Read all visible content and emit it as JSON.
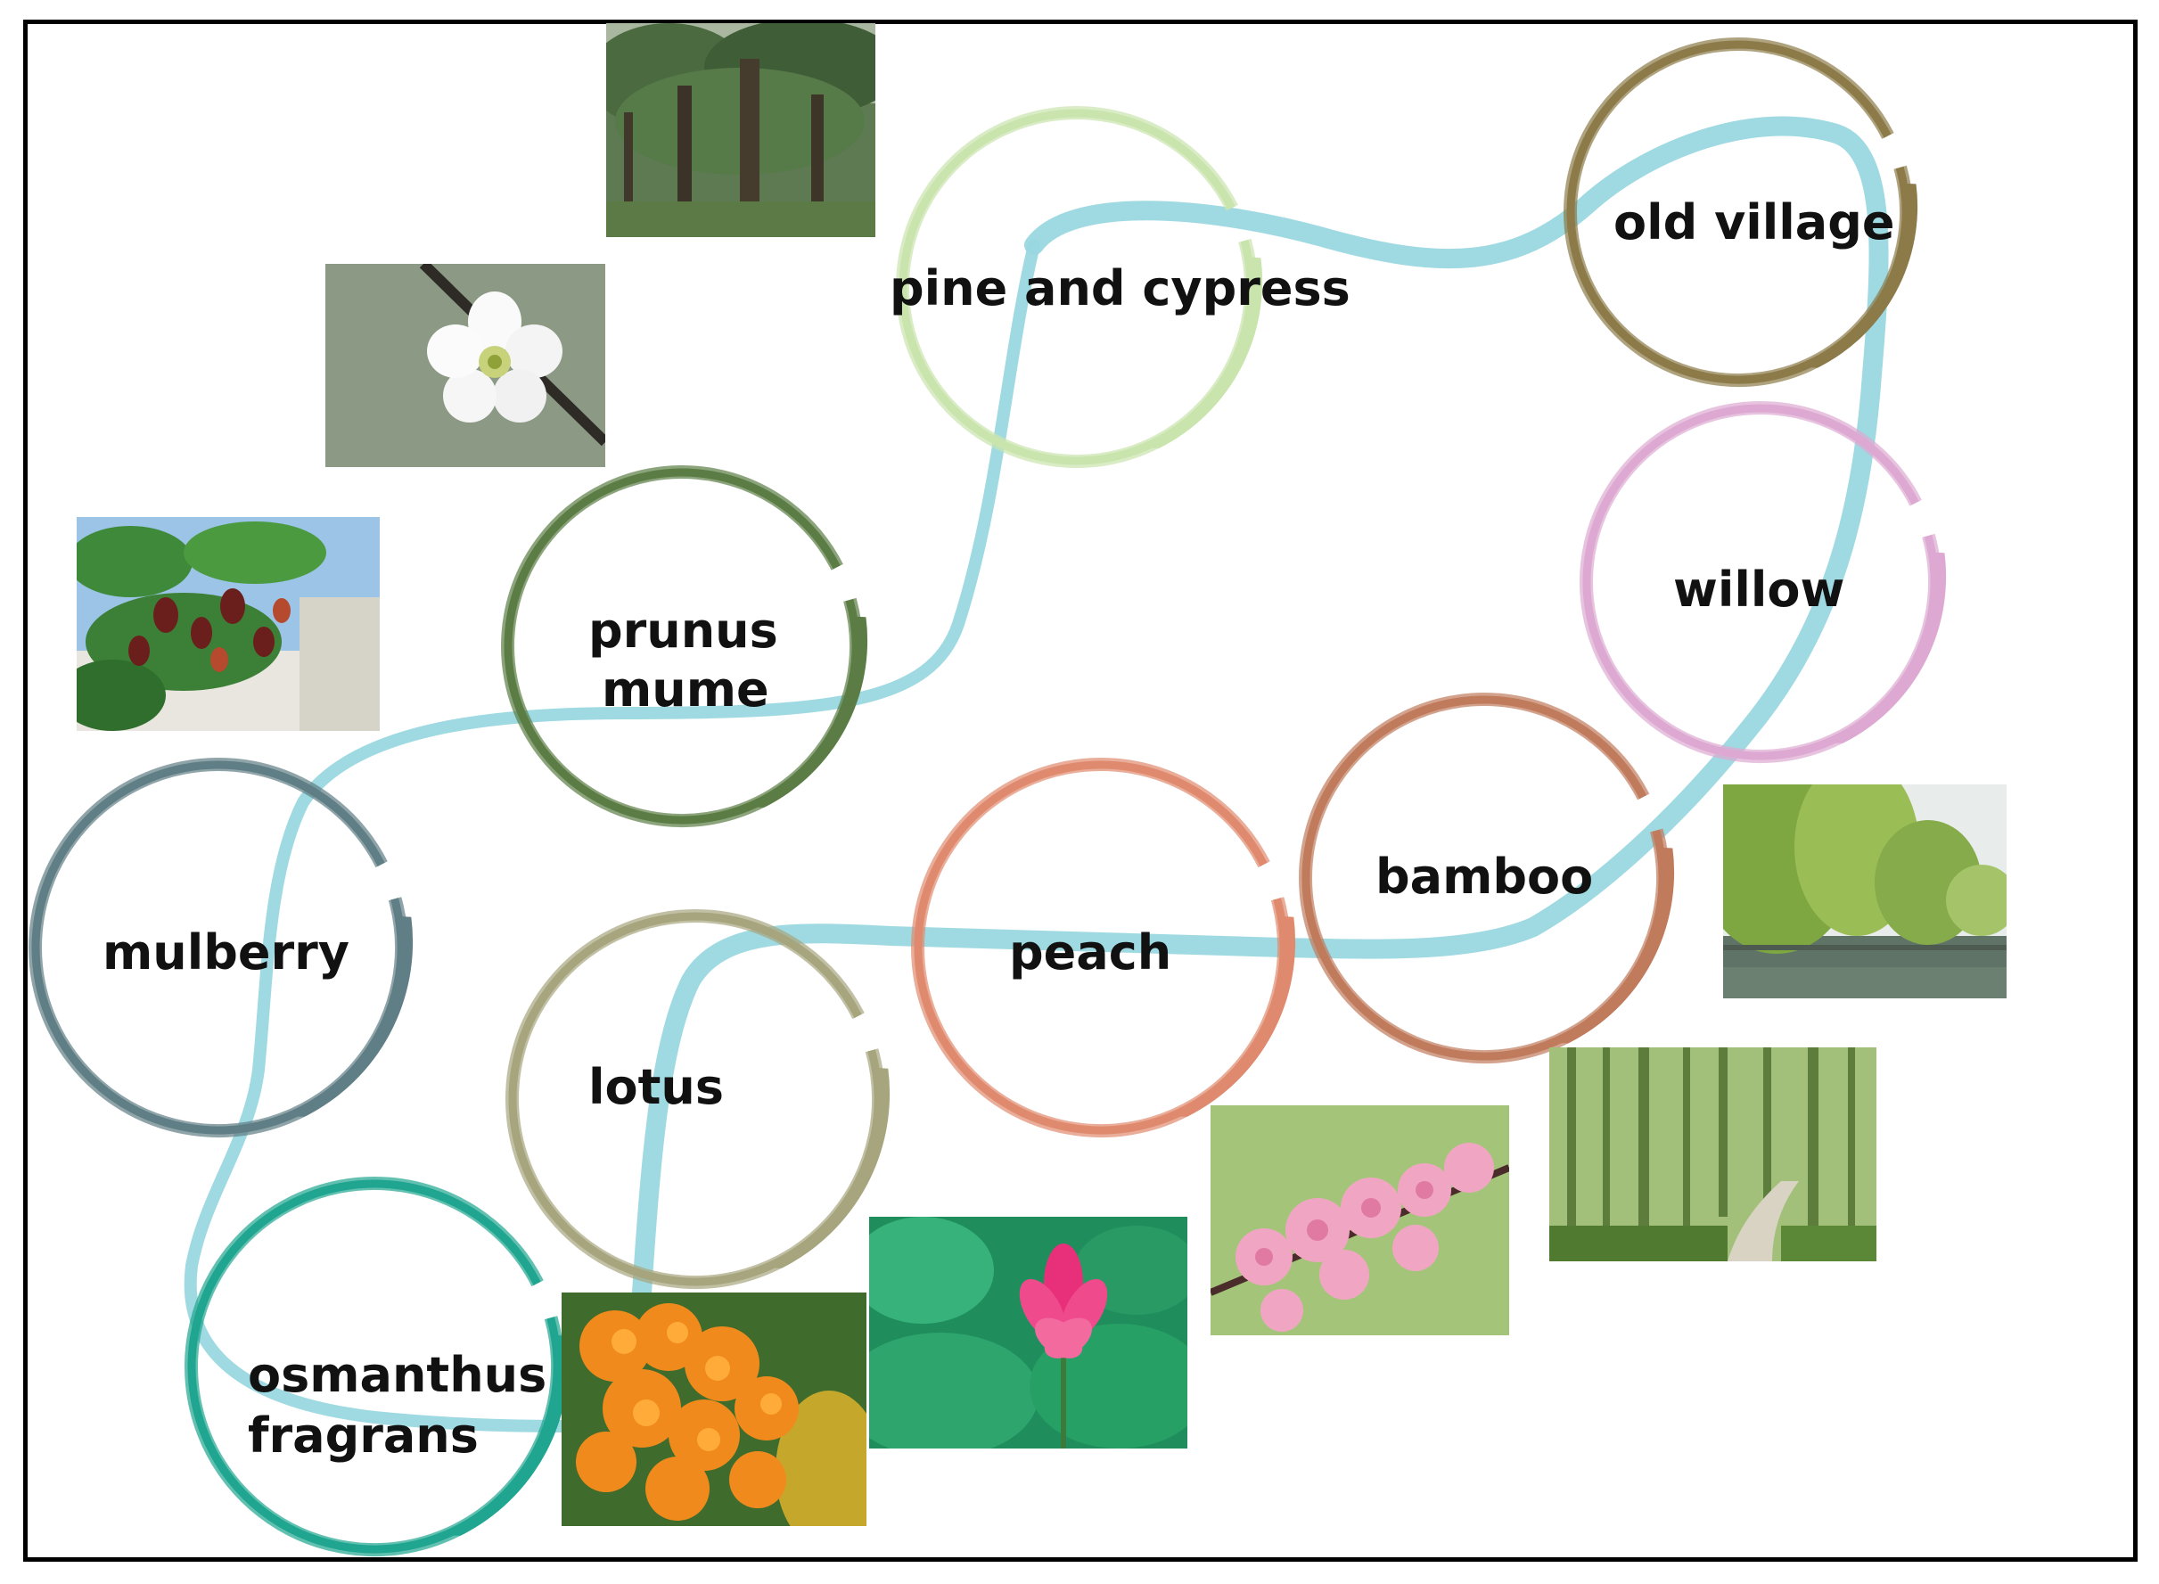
{
  "nodes": [
    {
      "id": "pine",
      "label": "pine and cypress",
      "color": "#c9e4ad"
    },
    {
      "id": "village",
      "label": "old village",
      "color": "#8c7a48"
    },
    {
      "id": "willow",
      "label": "willow",
      "color": "#dda9d2"
    },
    {
      "id": "prunus",
      "label": "prunus mume",
      "color": "#5b7d45"
    },
    {
      "id": "bamboo",
      "label": "bamboo",
      "color": "#c07a5c"
    },
    {
      "id": "peach",
      "label": "peach",
      "color": "#df8a6e"
    },
    {
      "id": "mulberry",
      "label": "mulberry",
      "color": "#5f7e85"
    },
    {
      "id": "lotus",
      "label": "lotus",
      "color": "#a6a57e"
    },
    {
      "id": "osmanthus",
      "label": "osmanthus fragrans",
      "color": "#1fa590"
    }
  ],
  "labels": {
    "pine": "pine and cypress",
    "village": "old village",
    "willow": "willow",
    "prunus_1": "prunus",
    "prunus_2": "mume",
    "bamboo": "bamboo",
    "peach": "peach",
    "mulberry": "mulberry",
    "lotus": "lotus",
    "osmanthus_1": "osmanthus",
    "osmanthus_2": "fragrans"
  },
  "path_color": "#9ad8e0",
  "photos": [
    {
      "subject": "pine and cypress forest"
    },
    {
      "subject": "prunus mume blossom"
    },
    {
      "subject": "mulberry branch with fruit"
    },
    {
      "subject": "willow trees by river"
    },
    {
      "subject": "bamboo grove path"
    },
    {
      "subject": "peach blossom"
    },
    {
      "subject": "lotus flower"
    },
    {
      "subject": "osmanthus fragrans flowers"
    }
  ]
}
